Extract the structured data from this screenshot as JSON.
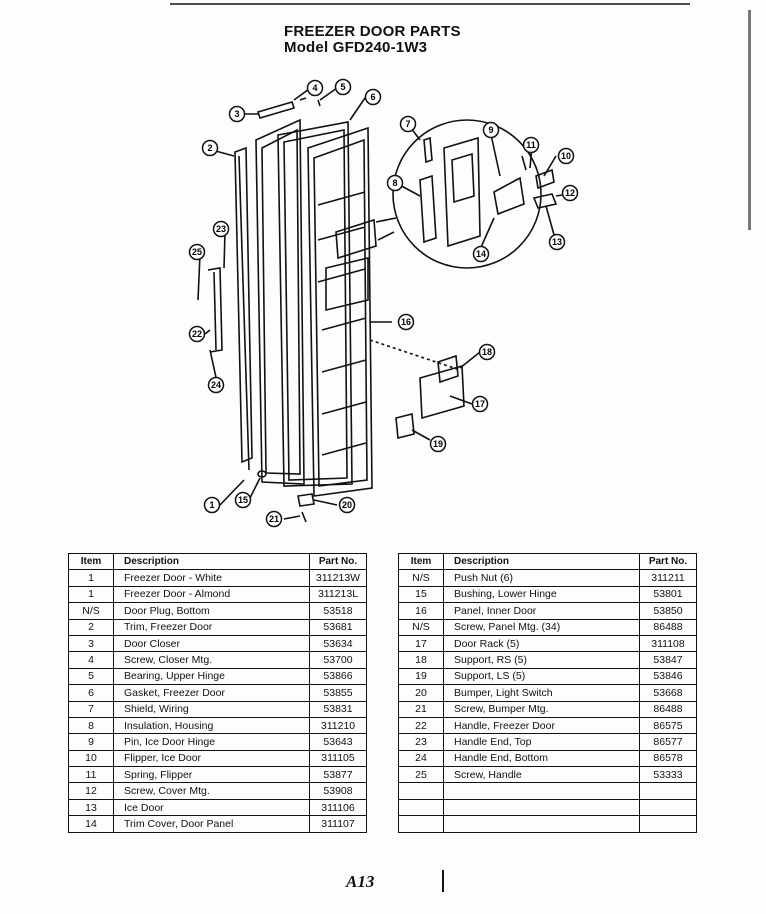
{
  "title": {
    "line1": "FREEZER DOOR PARTS",
    "line2": "Model GFD240-1W3"
  },
  "diagram": {
    "callouts": [
      "1",
      "2",
      "3",
      "4",
      "5",
      "6",
      "7",
      "8",
      "9",
      "10",
      "11",
      "12",
      "13",
      "14",
      "15",
      "16",
      "17",
      "18",
      "19",
      "20",
      "21",
      "22",
      "23",
      "24",
      "25"
    ]
  },
  "table_left": {
    "headers": {
      "item": "Item",
      "description": "Description",
      "part_no": "Part No."
    },
    "rows": [
      {
        "item": "1",
        "description": "Freezer Door - White",
        "part_no": "311213W"
      },
      {
        "item": "1",
        "description": "Freezer Door - Almond",
        "part_no": "311213L"
      },
      {
        "item": "N/S",
        "description": "Door Plug, Bottom",
        "part_no": "53518"
      },
      {
        "item": "2",
        "description": "Trim, Freezer Door",
        "part_no": "53681"
      },
      {
        "item": "3",
        "description": "Door Closer",
        "part_no": "53634"
      },
      {
        "item": "4",
        "description": "Screw, Closer Mtg.",
        "part_no": "53700"
      },
      {
        "item": "5",
        "description": "Bearing, Upper Hinge",
        "part_no": "53866"
      },
      {
        "item": "6",
        "description": "Gasket, Freezer Door",
        "part_no": "53855"
      },
      {
        "item": "7",
        "description": "Shield, Wiring",
        "part_no": "53831"
      },
      {
        "item": "8",
        "description": "Insulation, Housing",
        "part_no": "311210"
      },
      {
        "item": "9",
        "description": "Pin, Ice Door Hinge",
        "part_no": "53643"
      },
      {
        "item": "10",
        "description": "Flipper, Ice Door",
        "part_no": "311105"
      },
      {
        "item": "11",
        "description": "Spring, Flipper",
        "part_no": "53877"
      },
      {
        "item": "12",
        "description": "Screw, Cover Mtg.",
        "part_no": "53908"
      },
      {
        "item": "13",
        "description": "Ice Door",
        "part_no": "311106"
      },
      {
        "item": "14",
        "description": "Trim Cover, Door Panel",
        "part_no": "311107"
      }
    ]
  },
  "table_right": {
    "headers": {
      "item": "Item",
      "description": "Description",
      "part_no": "Part No."
    },
    "rows": [
      {
        "item": "N/S",
        "description": "Push Nut (6)",
        "part_no": "311211"
      },
      {
        "item": "15",
        "description": "Bushing, Lower Hinge",
        "part_no": "53801"
      },
      {
        "item": "16",
        "description": "Panel, Inner Door",
        "part_no": "53850"
      },
      {
        "item": "N/S",
        "description": "Screw, Panel Mtg. (34)",
        "part_no": "86488"
      },
      {
        "item": "17",
        "description": "Door Rack (5)",
        "part_no": "311108"
      },
      {
        "item": "18",
        "description": "Support, RS (5)",
        "part_no": "53847"
      },
      {
        "item": "19",
        "description": "Support, LS (5)",
        "part_no": "53846"
      },
      {
        "item": "20",
        "description": "Bumper, Light Switch",
        "part_no": "53668"
      },
      {
        "item": "21",
        "description": "Screw, Bumper Mtg.",
        "part_no": "86488"
      },
      {
        "item": "22",
        "description": "Handle, Freezer Door",
        "part_no": "86575"
      },
      {
        "item": "23",
        "description": "Handle End, Top",
        "part_no": "86577"
      },
      {
        "item": "24",
        "description": "Handle End, Bottom",
        "part_no": "86578"
      },
      {
        "item": "25",
        "description": "Screw, Handle",
        "part_no": "53333"
      },
      {
        "item": "",
        "description": "",
        "part_no": ""
      },
      {
        "item": "",
        "description": "",
        "part_no": ""
      },
      {
        "item": "",
        "description": "",
        "part_no": ""
      }
    ]
  },
  "footer": {
    "signature": "A13"
  }
}
